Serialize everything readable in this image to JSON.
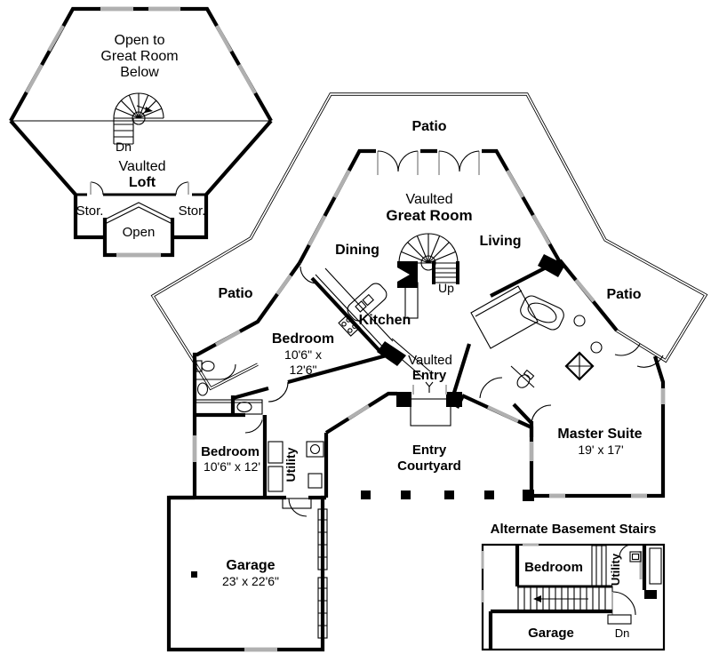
{
  "loft_plan": {
    "open_to_line1": "Open to",
    "open_to_line2": "Great Room",
    "open_to_line3": "Below",
    "down_label": "Dn",
    "vaulted_label": "Vaulted",
    "loft_label": "Loft",
    "storage_left": "Stor.",
    "storage_right": "Stor.",
    "open_label": "Open"
  },
  "main_plan": {
    "patio_top": "Patio",
    "patio_left": "Patio",
    "patio_right": "Patio",
    "great_room_line1": "Vaulted",
    "great_room_line2": "Great Room",
    "dining": "Dining",
    "living": "Living",
    "up_label": "Up",
    "kitchen": "Kitchen",
    "bedroom1_name": "Bedroom",
    "bedroom1_dims_line1": "10'6\" x",
    "bedroom1_dims_line2": "12'6\"",
    "entry_line1": "Vaulted",
    "entry_line2": "Entry",
    "master_suite_name": "Master Suite",
    "master_suite_dims": "19' x 17'",
    "bedroom2_name": "Bedroom",
    "bedroom2_dims": "10'6\" x 12'",
    "utility": "Utility",
    "courtyard_line1": "Entry",
    "courtyard_line2": "Courtyard",
    "garage_name": "Garage",
    "garage_dims": "23' x 22'6\""
  },
  "inset_plan": {
    "title": "Alternate Basement Stairs",
    "bedroom": "Bedroom",
    "utility": "Utility",
    "garage": "Garage",
    "down_label": "Dn"
  },
  "colors": {
    "wall": "#000000",
    "window": "#b0b0b0",
    "background": "#ffffff"
  }
}
